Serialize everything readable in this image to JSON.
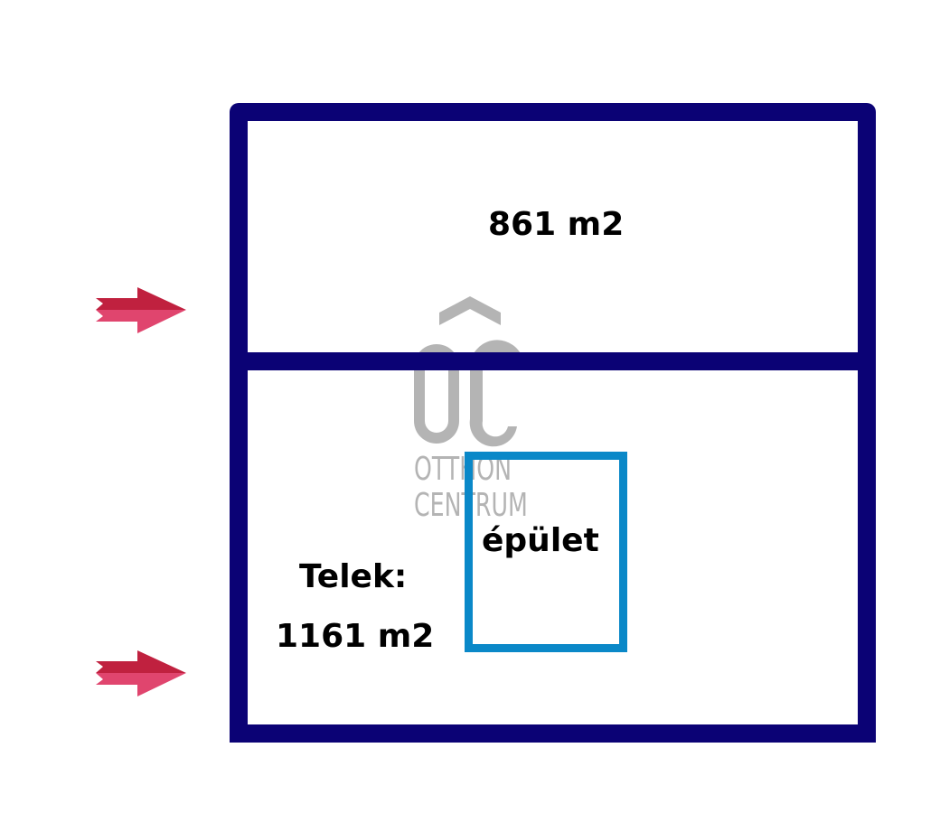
{
  "diagram": {
    "type": "site-plan",
    "colors": {
      "plot_border": "#0b0275",
      "building_border": "#0a88c8",
      "arrow_dark": "#c0213f",
      "arrow_light": "#e0456e",
      "watermark": "#b4b4b4",
      "text": "#000000"
    },
    "upper_section": {
      "area_label": "861 m2"
    },
    "lower_section": {
      "lot_title": "Telek:",
      "lot_area": "1161 m2",
      "building_label": "épület"
    },
    "arrows": [
      {
        "id": "arrow-top",
        "direction": "right",
        "icon": "arrow-right-icon"
      },
      {
        "id": "arrow-bottom",
        "direction": "right",
        "icon": "arrow-right-icon"
      }
    ],
    "watermark": {
      "monogram": "OC",
      "line1": "OTTHON",
      "line2": "CENTRUM"
    }
  }
}
